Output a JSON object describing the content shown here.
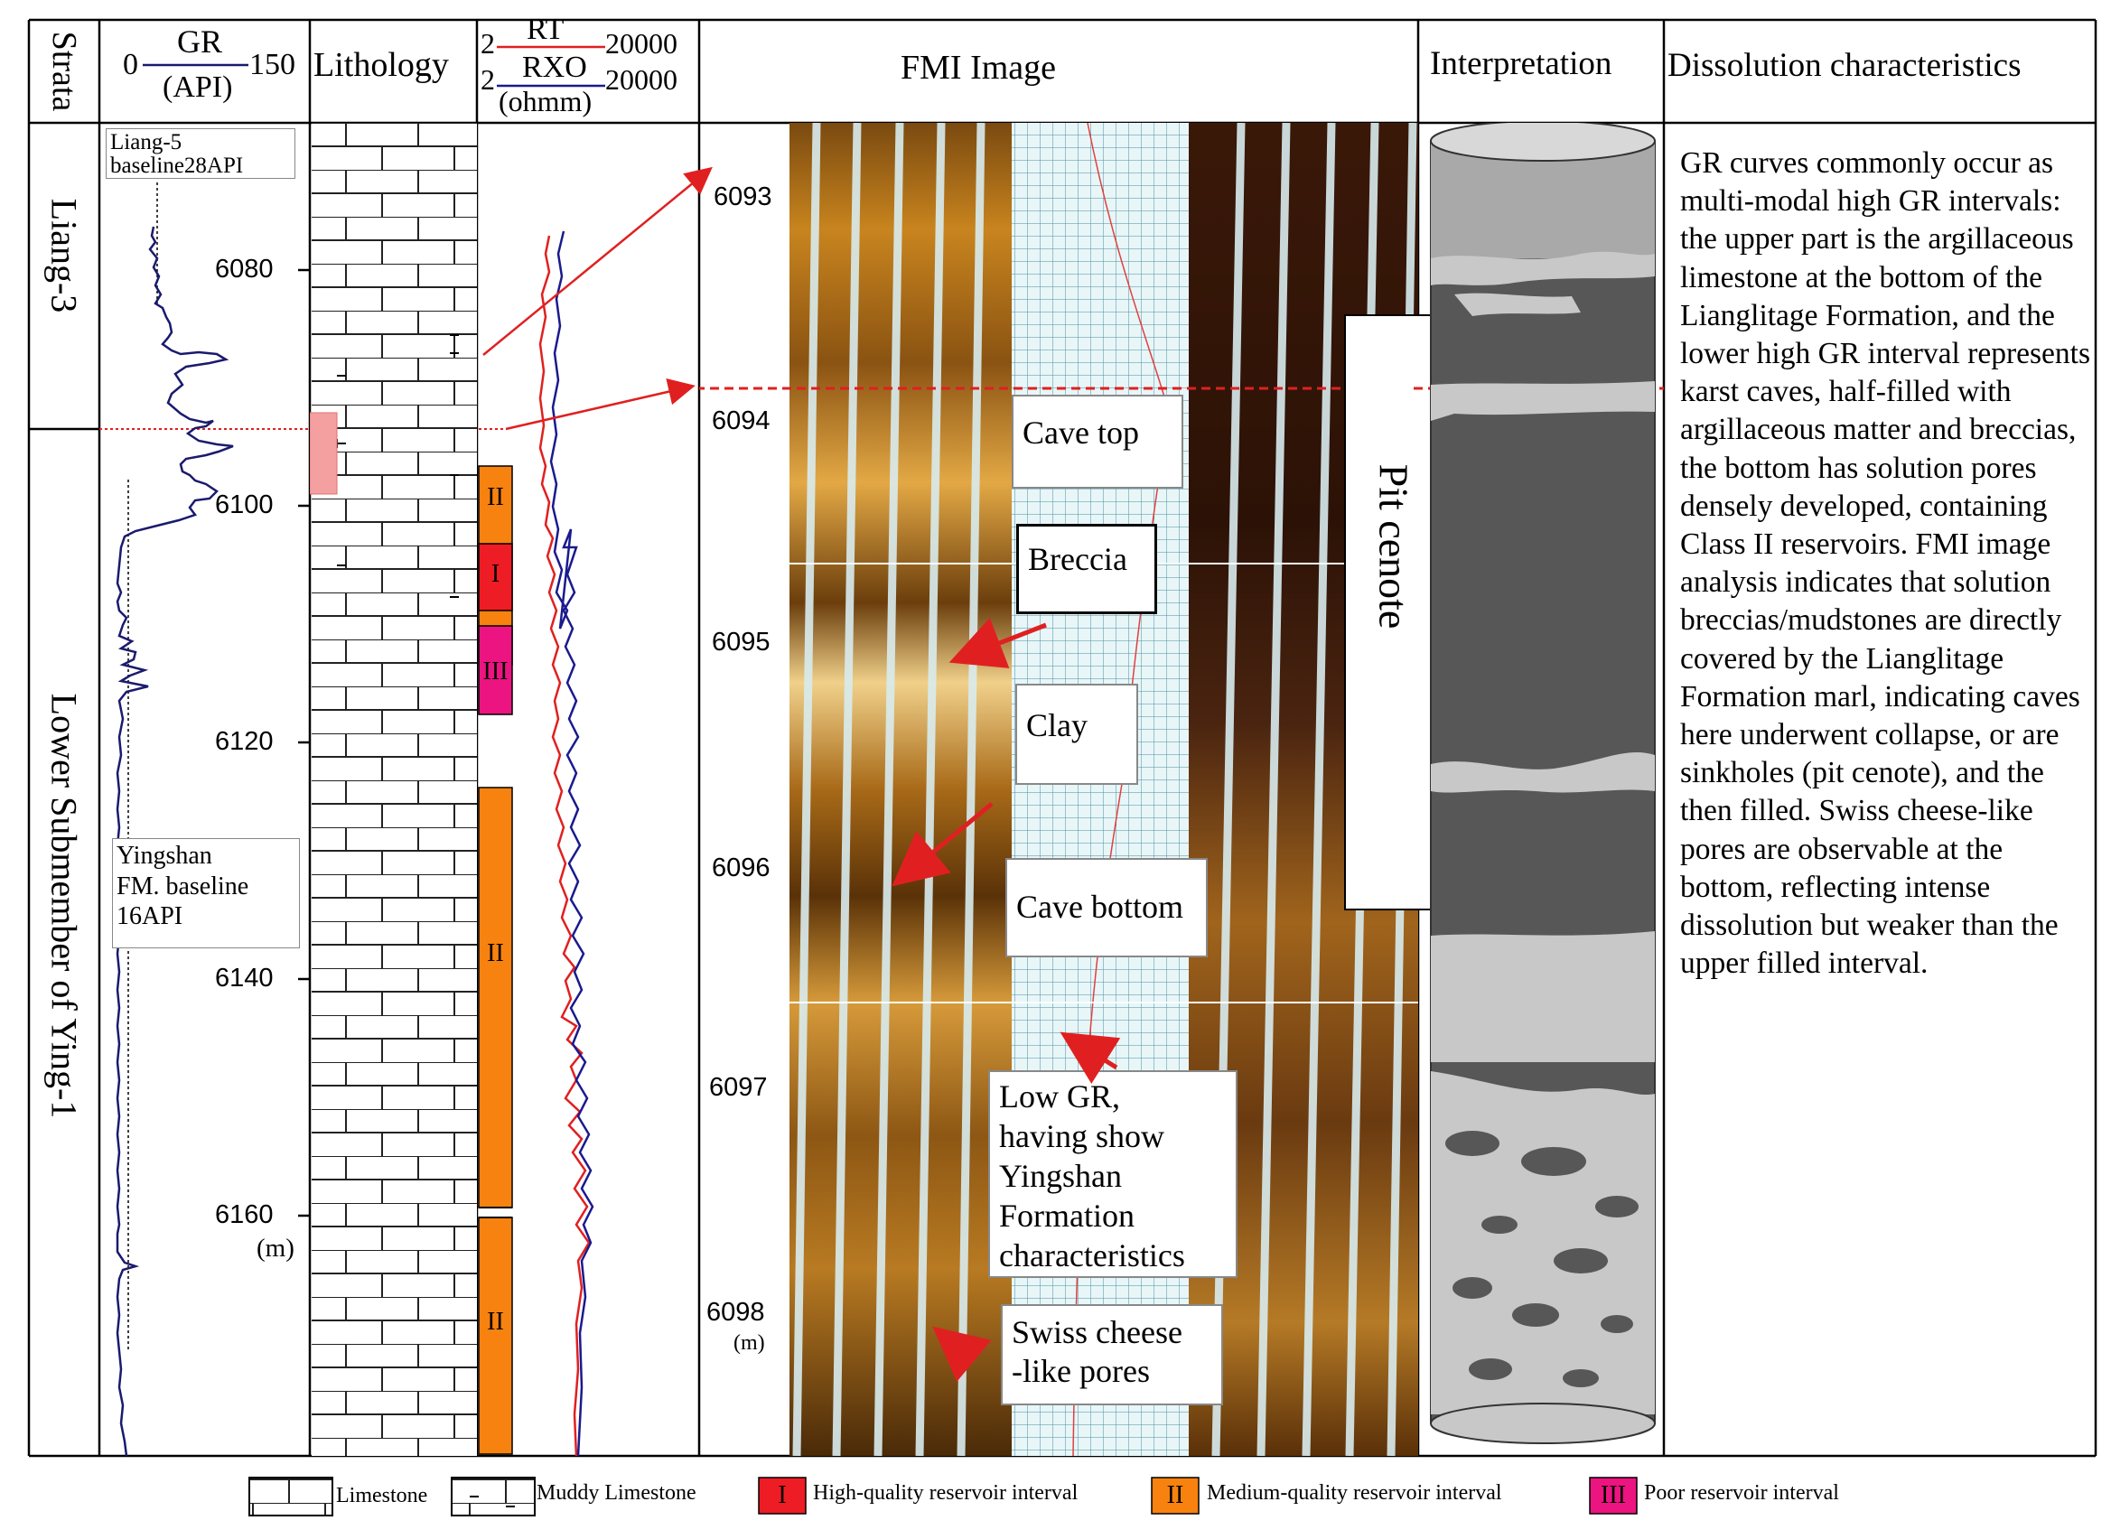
{
  "headers": {
    "strata": "Strata",
    "gr_title": "GR",
    "gr_unit": "(API)",
    "gr_min": "0",
    "gr_max": "150",
    "lithology": "Lithology",
    "rt": "RT",
    "rxo": "RXO",
    "res_unit": "(ohmm)",
    "res_min": "2",
    "res_max": "20000",
    "fmi": "FMI Image",
    "interpretation": "Interpretation",
    "dissolution": "Dissolution characteristics"
  },
  "strata": {
    "upper": "Liang-3",
    "lower": "Lower Submember of Ying-1"
  },
  "gr_notes": {
    "liang5_line1": "Liang-5",
    "liang5_line2": "baseline28API",
    "ying_line1": "Yingshan",
    "ying_line2": "FM. baseline",
    "ying_line3": "16API"
  },
  "depth_left": {
    "ticks": [
      "6080",
      "6100",
      "6120",
      "6140",
      "6160"
    ],
    "unit": "(m)"
  },
  "depth_fmi": {
    "ticks": [
      "6093",
      "6094",
      "6095",
      "6096",
      "6097",
      "6098"
    ],
    "unit": "(m)"
  },
  "reservoir_classes": [
    "II",
    "I",
    "III",
    "II",
    "II"
  ],
  "fmi_labels": {
    "cave_top": "Cave top",
    "breccia": "Breccia",
    "clay": "Clay",
    "cave_bottom": "Cave bottom",
    "low_gr_1": "Low GR,",
    "low_gr_2": "having show",
    "low_gr_3": "Yingshan",
    "low_gr_4": "Formation",
    "low_gr_5": "characteristics",
    "swiss_1": "Swiss cheese",
    "swiss_2": "-like pores",
    "pit_cenote": "Pit cenote"
  },
  "description": "GR curves commonly occur as multi-modal high GR intervals: the upper part is the argillaceous limestone at the bottom of the Lianglitage Formation, and the lower high GR interval represents karst caves, half-filled with argillaceous matter and breccias, the bottom has solution pores densely developed, containing Class II reservoirs. FMI image analysis indicates that solution breccias/mudstones are directly covered by the Lianglitage Formation marl, indicating caves here underwent collapse, or are sinkholes (pit cenote), and the then filled. Swiss cheese-like pores are observable at the bottom, reflecting intense dissolution but weaker than the upper filled interval.",
  "legend": {
    "limestone": "Limestone",
    "muddy_limestone": "Muddy Limestone",
    "class_i": "I",
    "class_i_label": "High-quality reservoir interval",
    "class_ii": "II",
    "class_ii_label": "Medium-quality  reservoir interval",
    "class_iii": "III",
    "class_iii_label": "Poor reservoir interval"
  },
  "colors": {
    "class_i": "#ee1c24",
    "class_ii": "#f7820f",
    "class_iii": "#ec1480",
    "gr_curve": "#1a1a6e",
    "rt_curve": "#e02020",
    "rxo_curve": "#1a1a8e"
  }
}
